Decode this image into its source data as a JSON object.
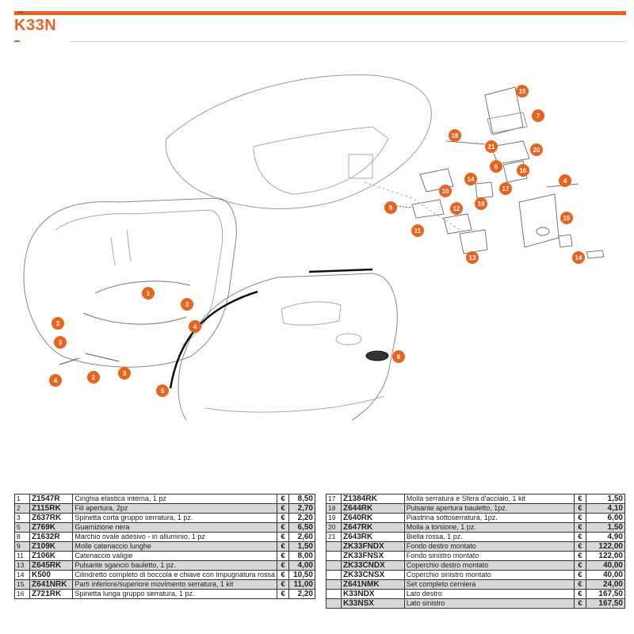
{
  "header": {
    "title": "K33N",
    "arrow": "→"
  },
  "callouts": [
    "1",
    "2",
    "3",
    "3",
    "3",
    "3",
    "4",
    "4",
    "5",
    "8",
    "15",
    "7",
    "18",
    "21",
    "20",
    "6",
    "16",
    "14",
    "17",
    "19",
    "4",
    "9",
    "10",
    "12",
    "11",
    "15",
    "13",
    "14"
  ],
  "currency": "€",
  "left_table": [
    {
      "num": "1",
      "code": "Z1547R",
      "desc": "Cinghia elastica interna, 1 pz",
      "price": "8,50"
    },
    {
      "num": "2",
      "code": "Z115RK",
      "desc": "Fili apertura, 2pz",
      "price": "2,70"
    },
    {
      "num": "3",
      "code": "Z637RK",
      "desc": "Spinetta corta gruppo serratura, 1 pz.",
      "price": "2,20"
    },
    {
      "num": "5",
      "code": "Z769K",
      "desc": "Guarnizione nera",
      "price": "6,50"
    },
    {
      "num": "8",
      "code": "Z1632R",
      "desc": "Marchio ovale adesivo - in alluminio, 1 pz",
      "price": "2,60"
    },
    {
      "num": "9",
      "code": "Z109K",
      "desc": "Molle catenaccio lunghe",
      "price": "1,50"
    },
    {
      "num": "11",
      "code": "Z106K",
      "desc": "Catenaccio valigie",
      "price": "8,00"
    },
    {
      "num": "13",
      "code": "Z645RK",
      "desc": "Pulsante sgancio bauletto, 1 pz.",
      "price": "4,00"
    },
    {
      "num": "14",
      "code": "K500",
      "desc": "Cilindretto completo di boccola e chiave con impugnatura rossa",
      "price": "10,50"
    },
    {
      "num": "15",
      "code": "Z641NRK",
      "desc": "Parti inferiore/superiore movimento serratura, 1 kit",
      "price": "11,00"
    },
    {
      "num": "16",
      "code": "Z721RK",
      "desc": "Spinetta lunga gruppo serratura, 1 pz.",
      "price": "2,20"
    }
  ],
  "right_table": [
    {
      "num": "17",
      "code": "Z1384RK",
      "desc": "Molla serratura e Sfera d'acciaio, 1 kit",
      "price": "1,50"
    },
    {
      "num": "18",
      "code": "Z644RK",
      "desc": "Pulsante apertura bauletto, 1pz.",
      "price": "4,10"
    },
    {
      "num": "19",
      "code": "Z640RK",
      "desc": "Piastrina sottoserratura, 1pz.",
      "price": "6,00"
    },
    {
      "num": "20",
      "code": "Z647RK",
      "desc": "Molla a torsione, 1 pz.",
      "price": "1,50"
    },
    {
      "num": "21",
      "code": "Z643RK",
      "desc": "Biella rossa, 1 pz.",
      "price": "4,90"
    },
    {
      "num": "",
      "code": "ZK33FNDX",
      "desc": "Fondo destro montato",
      "price": "122,00"
    },
    {
      "num": "",
      "code": "ZK33FNSX",
      "desc": "Fondo sinistro montato",
      "price": "122,00"
    },
    {
      "num": "",
      "code": "ZK33CNDX",
      "desc": "Coperchio destro montato",
      "price": "40,00"
    },
    {
      "num": "",
      "code": "ZK33CNSX",
      "desc": "Coperchio sinistro montato",
      "price": "40,00"
    },
    {
      "num": "",
      "code": "Z641NMK",
      "desc": "Set completo cerniera",
      "price": "24,00"
    },
    {
      "num": "",
      "code": "K33NDX",
      "desc": "Lato destro",
      "price": "167,50"
    },
    {
      "num": "",
      "code": "K33NSX",
      "desc": "Lato sinistro",
      "price": "167,50"
    }
  ]
}
